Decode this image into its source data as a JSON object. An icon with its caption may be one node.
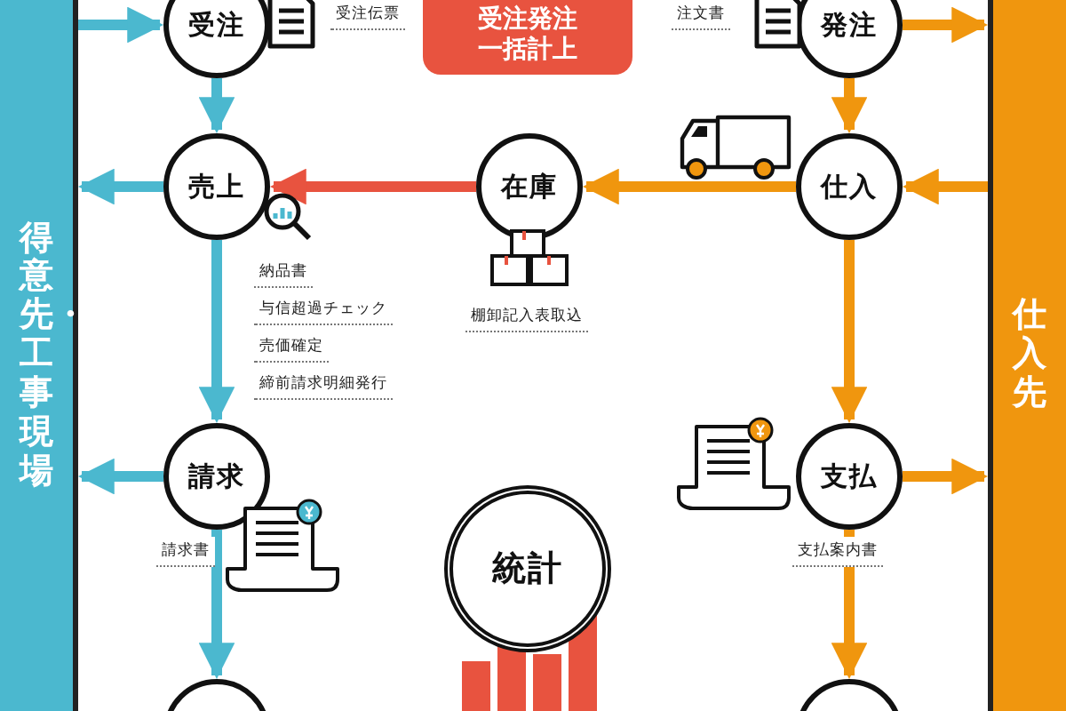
{
  "diagram": {
    "nodes": [
      {
        "text": [
          "得意先・工事現場"
        ]
      },
      {
        "text": [
          "受注"
        ]
      },
      {
        "text": [
          "受注発注一括計上"
        ]
      },
      {
        "text": [
          "発注"
        ]
      },
      {
        "text": [
          "売上"
        ],
        "beside": [
          "納品書",
          "与信超過チェック",
          "売価確定",
          "締前請求明細発行"
        ]
      },
      {
        "text": [
          "在庫"
        ]
      },
      {
        "text": [
          "仕入"
        ]
      },
      {
        "text": [
          "仕入先"
        ]
      },
      {
        "text": [
          "請求"
        ],
        "beside": [
          "請求書"
        ]
      },
      {
        "text": [
          "支払"
        ],
        "beside": [
          "支払案内書"
        ]
      },
      {
        "text": [
          "統計"
        ]
      },
      {
        "text": [],
        "shape": "circle"
      },
      {
        "text": [],
        "shape": "circle"
      }
    ],
    "edges": [
      {
        "from": 0,
        "to": 1,
        "arrow": "to",
        "color": "#4bb8cf"
      },
      {
        "from": 1,
        "to": 4,
        "arrow": "to",
        "color": "#4bb8cf"
      },
      {
        "from": 4,
        "to": 0,
        "arrow": "to",
        "color": "#4bb8cf"
      },
      {
        "from": 5,
        "to": 4,
        "arrow": "to",
        "color": "#e8533f"
      },
      {
        "from": 6,
        "to": 5,
        "arrow": "to"
      },
      {
        "from": 3,
        "to": 6,
        "arrow": "to"
      },
      {
        "from": 3,
        "to": 7,
        "arrow": "to"
      },
      {
        "from": 7,
        "to": 6,
        "arrow": "to"
      },
      {
        "from": 4,
        "to": 8,
        "arrow": "to",
        "color": "#4bb8cf"
      },
      {
        "from": 8,
        "to": 0,
        "arrow": "to",
        "color": "#4bb8cf"
      },
      {
        "from": 6,
        "to": 9,
        "arrow": "to"
      },
      {
        "from": 9,
        "to": 7,
        "arrow": "to"
      },
      {
        "from": 8,
        "to": 11,
        "arrow": "to",
        "color": "#4bb8cf"
      },
      {
        "from": 9,
        "to": 12,
        "arrow": "to"
      }
    ],
    "labels": [
      "受注伝票",
      "注文書",
      "棚卸記入表取込"
    ]
  }
}
